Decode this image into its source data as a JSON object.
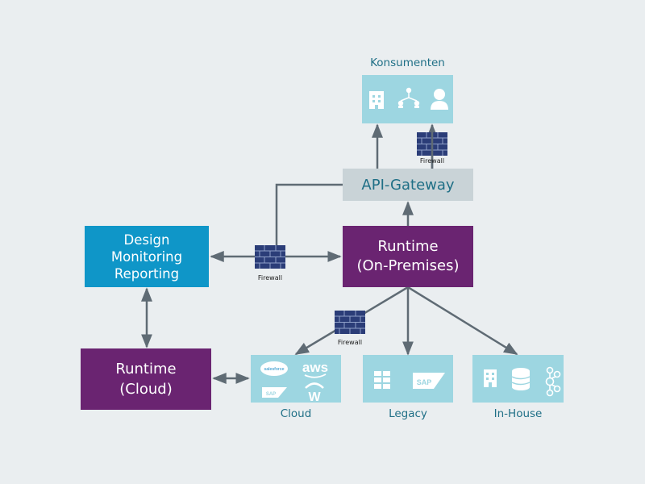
{
  "consumers": {
    "label": "Konsumenten",
    "icons": [
      "building-icon",
      "network-users-icon",
      "user-icon"
    ]
  },
  "gateway": {
    "label": "API-Gateway"
  },
  "design_box": {
    "lines": [
      "Design",
      "Monitoring",
      "Reporting"
    ]
  },
  "runtime_onprem": {
    "lines": [
      "Runtime",
      "(On-Premises)"
    ]
  },
  "runtime_cloud": {
    "lines": [
      "Runtime",
      "(Cloud)"
    ]
  },
  "firewall_label": "Firewall",
  "targets": {
    "cloud": {
      "label": "Cloud",
      "logos": [
        "salesforce",
        "aws",
        "SAP",
        "W"
      ],
      "icons": [
        "salesforce-cloud-icon",
        "aws-icon",
        "sap-icon",
        "workday-icon"
      ]
    },
    "legacy": {
      "label": "Legacy",
      "logos": [
        "SAP"
      ],
      "icons": [
        "server-rack-icon",
        "sap-icon"
      ]
    },
    "inhouse": {
      "label": "In-House",
      "icons": [
        "building-icon",
        "database-icon",
        "kafka-icon"
      ]
    }
  },
  "colors": {
    "background": "#eaeef0",
    "blue_box": "#0f96c8",
    "purple_box": "#6a2471",
    "light_panel": "#9dd6e1",
    "gateway": "#c9d3d7",
    "firewall": "#2b3d78",
    "arrow": "#5f6b74",
    "label_text": "#1f6f86"
  }
}
